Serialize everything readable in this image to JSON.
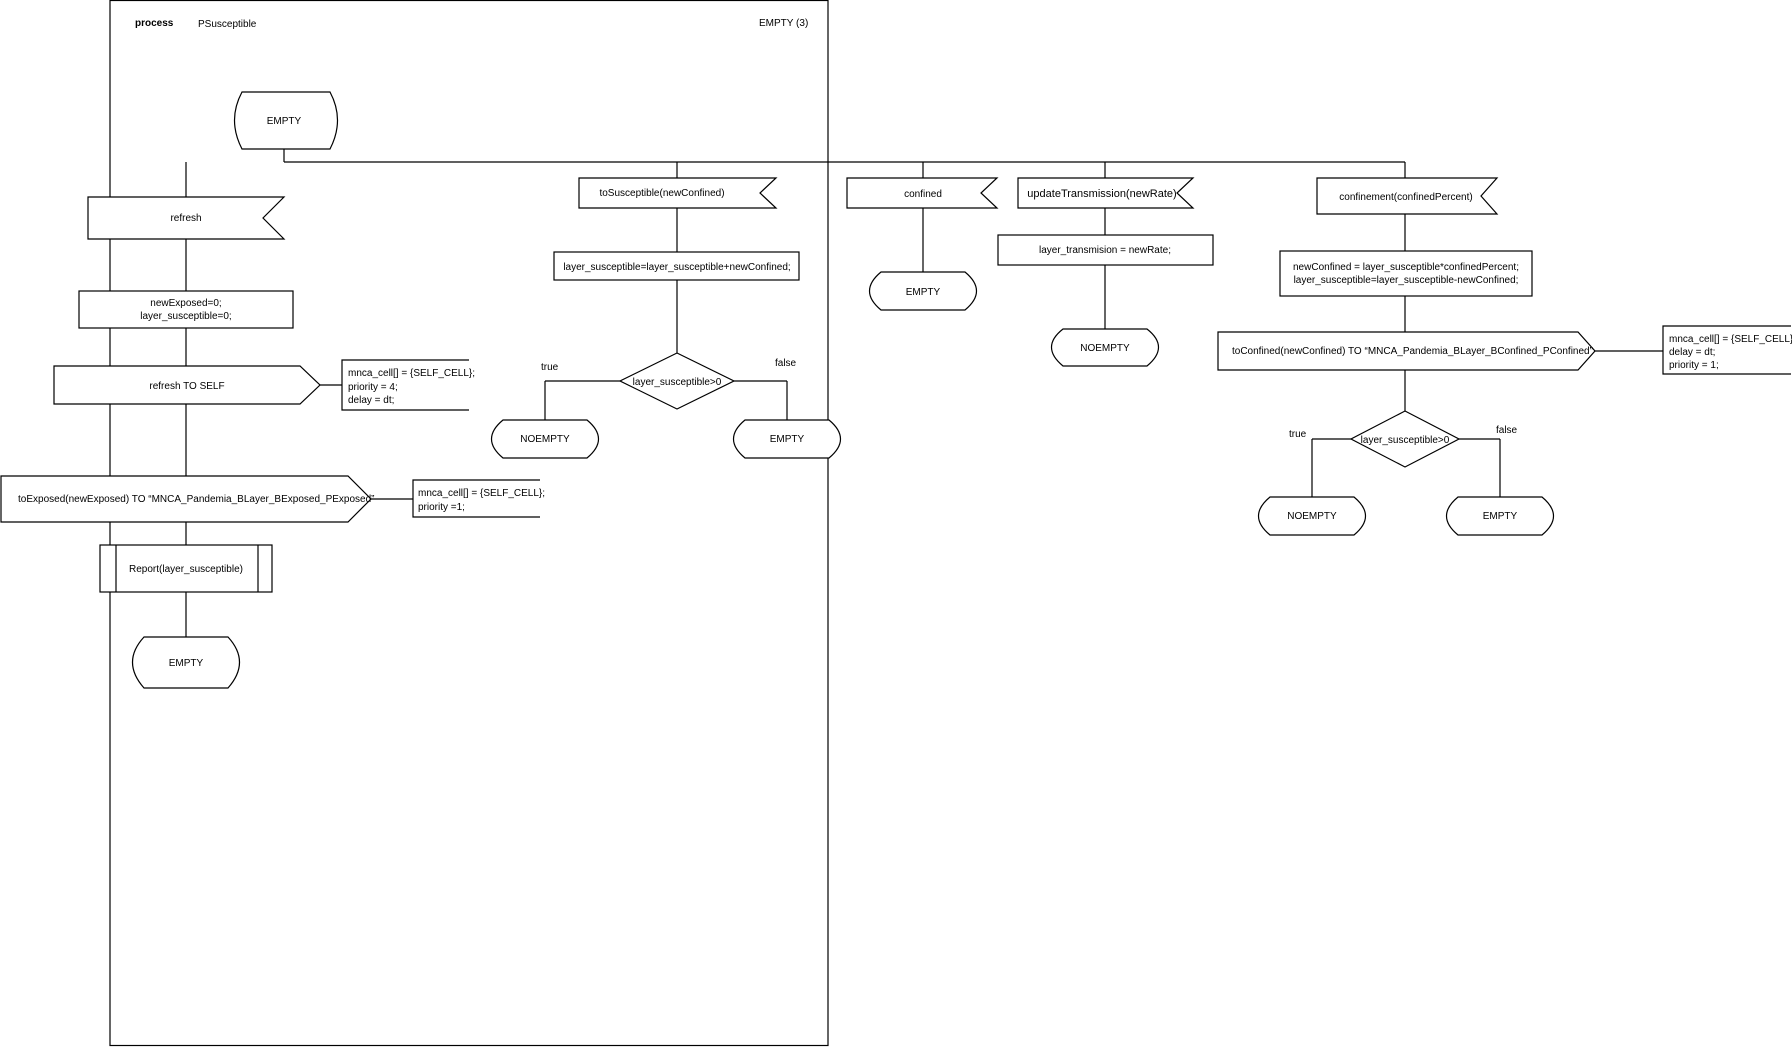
{
  "header": {
    "keyword": "process",
    "name": "PSusceptible",
    "page": "EMPTY (3)"
  },
  "start_state": "EMPTY",
  "branch_refresh": {
    "signal": "refresh",
    "task": [
      "newExposed=0;",
      "layer_susceptible=0;"
    ],
    "output1": "refresh TO SELF",
    "comment1": [
      "mnca_cell[] = {SELF_CELL};",
      "priority = 4;",
      "delay = dt;"
    ],
    "output2": "toExposed(newExposed) TO “MNCA_Pandemia_BLayer_BExposed_PExposed”",
    "comment2": [
      "mnca_cell[] = {SELF_CELL};",
      "priority =1;"
    ],
    "procedure": "Report(layer_susceptible)",
    "next_state": "EMPTY"
  },
  "branch_tosusceptible": {
    "signal": "toSusceptible(newConfined)",
    "task": "layer_susceptible=layer_susceptible+newConfined;",
    "decision": "layer_susceptible>0",
    "true_label": "true",
    "false_label": "false",
    "true_state": "NOEMPTY",
    "false_state": "EMPTY"
  },
  "branch_confined": {
    "signal": "confined",
    "next_state": "EMPTY"
  },
  "branch_update": {
    "signal": "updateTransmission(newRate)",
    "task": "layer_transmision = newRate;",
    "next_state": "NOEMPTY"
  },
  "branch_confinement": {
    "signal": "confinement(confinedPercent)",
    "task": [
      "newConfined = layer_susceptible*confinedPercent;",
      "layer_susceptible=layer_susceptible-newConfined;"
    ],
    "output": "toConfined(newConfined) TO “MNCA_Pandemia_BLayer_BConfined_PConfined”",
    "comment": [
      "mnca_cell[] = {SELF_CELL};",
      "delay = dt;",
      "priority = 1;"
    ],
    "decision": "layer_susceptible>0",
    "true_label": "true",
    "false_label": "false",
    "true_state": "NOEMPTY",
    "false_state": "EMPTY"
  }
}
